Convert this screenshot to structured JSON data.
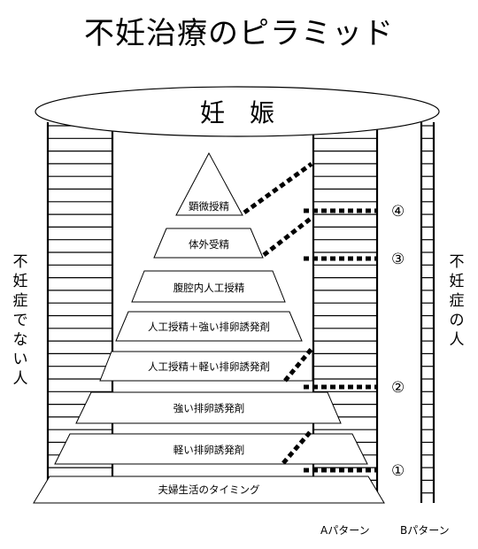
{
  "title": "不妊治療のピラミッド",
  "pregnancy": "妊　娠",
  "left_label": [
    "不",
    "妊",
    "症",
    "で",
    "な",
    "い",
    "人"
  ],
  "right_label": [
    "不",
    "妊",
    "症",
    "の",
    "人"
  ],
  "pyramid_levels": [
    "顕微授精",
    "体外受精",
    "腹腔内人工授精",
    "人工授精＋強い排卵誘発剤",
    "人工授精＋軽い排卵誘発剤",
    "強い排卵誘発剤",
    "軽い排卵誘発剤",
    "夫婦生活のタイミング"
  ],
  "markers": [
    "④",
    "③",
    "②",
    "①"
  ],
  "pattern_a": "Aパターン",
  "pattern_b": "Bパターン"
}
